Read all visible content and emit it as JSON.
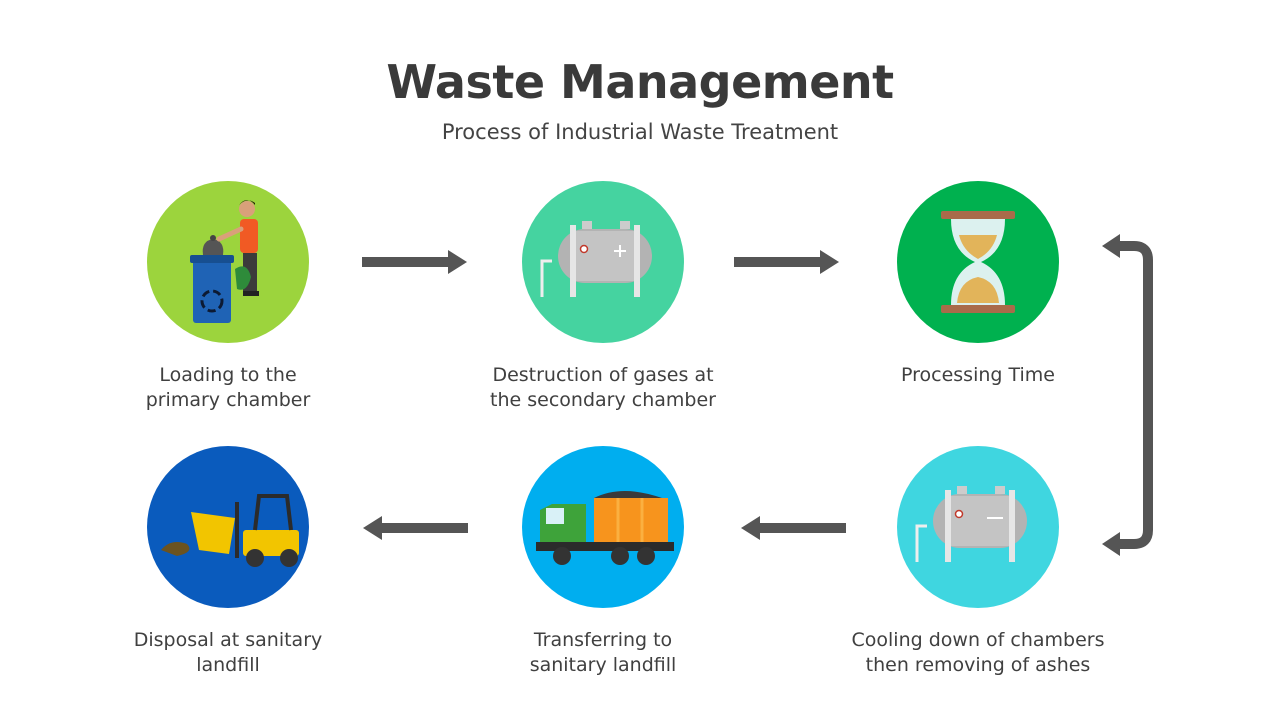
{
  "header": {
    "title": "Waste Management",
    "subtitle": "Process of Industrial Waste Treatment"
  },
  "colors": {
    "arrow": "#555555",
    "step1": "#9cd43d",
    "step2": "#45d3a0",
    "step3": "#00b14f",
    "step4": "#3fd6e0",
    "step5": "#00aeef",
    "step6": "#0a5bbd"
  },
  "steps": [
    {
      "label_line1": "Loading to the",
      "label_line2": "primary chamber",
      "icon": "person-trash-bin-icon"
    },
    {
      "label_line1": "Destruction of gases at",
      "label_line2": "the secondary chamber",
      "icon": "gas-tank-icon"
    },
    {
      "label_line1": "Processing Time",
      "label_line2": "",
      "icon": "hourglass-icon"
    },
    {
      "label_line1": "Cooling down of chambers",
      "label_line2": "then removing of ashes",
      "icon": "cooling-tank-icon"
    },
    {
      "label_line1": "Transferring to",
      "label_line2": "sanitary landfill",
      "icon": "truck-icon"
    },
    {
      "label_line1": "Disposal at sanitary",
      "label_line2": "landfill",
      "icon": "forklift-icon"
    }
  ]
}
